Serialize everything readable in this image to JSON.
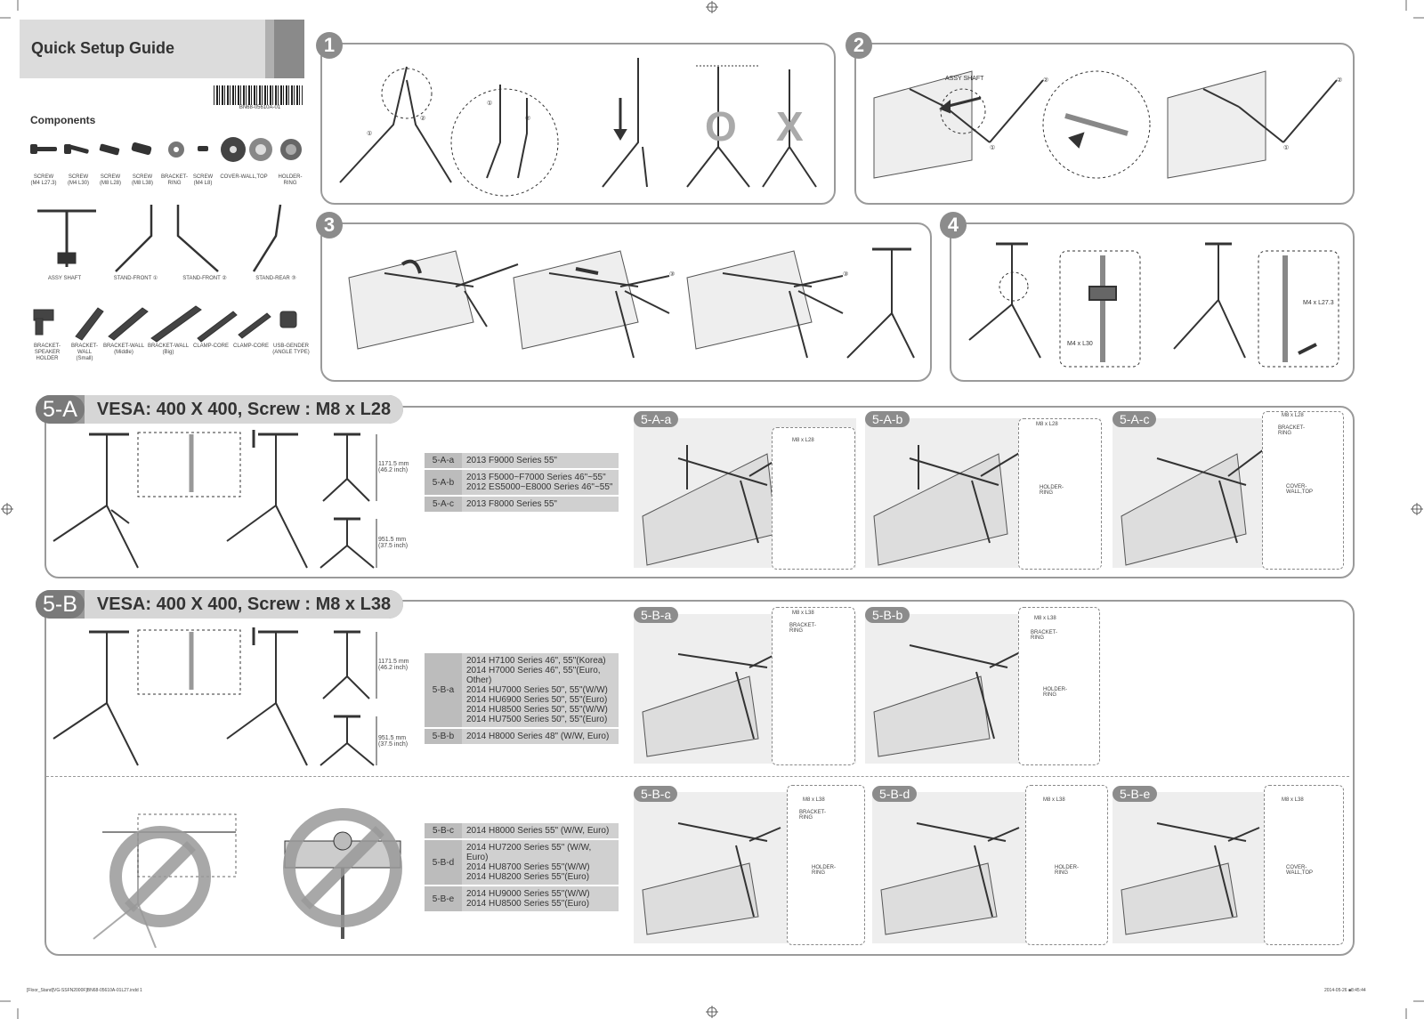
{
  "header": {
    "title": "Quick Setup Guide",
    "part_number": "BN68-05610A-01"
  },
  "components": {
    "title": "Components",
    "screws": [
      {
        "name": "SCREW",
        "spec": "(M4 L27.3)"
      },
      {
        "name": "SCREW",
        "spec": "(M4 L30)"
      },
      {
        "name": "SCREW",
        "spec": "(M8 L28)"
      },
      {
        "name": "SCREW",
        "spec": "(M8 L38)"
      },
      {
        "name": "BRACKET-",
        "spec": "RING"
      },
      {
        "name": "SCREW",
        "spec": "(M4 L8)"
      },
      {
        "name": "COVER-WALL,TOP",
        "spec": ""
      },
      {
        "name": "HOLDER-",
        "spec": "RING"
      }
    ],
    "parts": [
      "ASSY SHAFT",
      "STAND-FRONT ①",
      "STAND-FRONT ②",
      "STAND-REAR ③"
    ],
    "brackets": [
      {
        "l1": "BRACKET-",
        "l2": "SPEAKER",
        "l3": "HOLDER"
      },
      {
        "l1": "BRACKET-",
        "l2": "WALL",
        "l3": "(Small)"
      },
      {
        "l1": "BRACKET-WALL",
        "l2": "(Middle)",
        "l3": ""
      },
      {
        "l1": "BRACKET-WALL",
        "l2": "(Big)",
        "l3": ""
      },
      {
        "l1": "CLAMP-CORE",
        "l2": "",
        "l3": ""
      },
      {
        "l1": "CLAMP-CORE",
        "l2": "",
        "l3": ""
      },
      {
        "l1": "USB-GENDER",
        "l2": "(ANGLE TYPE)",
        "l3": ""
      }
    ]
  },
  "steps": {
    "s1": "1",
    "s2": "2",
    "s3": "3",
    "s4": "4",
    "s2_label": "ASSY SHAFT",
    "s4_screw1": "M4 x L30",
    "s4_screw2": "M4 x L27.3",
    "num1": "①",
    "num2": "②",
    "num3": "③"
  },
  "section_a": {
    "code": "5-A",
    "title": "VESA: 400 X 400, Screw : M8 x L28",
    "dim_high_mm": "1171.5 mm",
    "dim_high_in": "(46.2 inch)",
    "dim_low_mm": "951.5 mm",
    "dim_low_in": "(37.5 inch)",
    "models": [
      {
        "code": "5-A-a",
        "lines": [
          "2013 F9000 Series 55\""
        ]
      },
      {
        "code": "5-A-b",
        "lines": [
          "2013 F5000~F7000 Series 46\"~55\"",
          "2012 ES5000~E8000 Series 46\"~55\""
        ]
      },
      {
        "code": "5-A-c",
        "lines": [
          "2013 F8000 Series 55\""
        ]
      }
    ],
    "sub": [
      {
        "code": "5-A-a",
        "screw": "M8 x L28",
        "label2": "",
        "label3": ""
      },
      {
        "code": "5-A-b",
        "screw": "M8 x L28",
        "label2": "HOLDER-",
        "label3": "RING"
      },
      {
        "code": "5-A-c",
        "screw": "M8 x L28",
        "label2": "BRACKET-",
        "label3": "RING",
        "label4": "COVER-",
        "label5": "WALL,TOP"
      }
    ]
  },
  "section_b": {
    "code": "5-B",
    "title": "VESA: 400 X 400, Screw : M8 x L38",
    "dim_high_mm": "1171.5 mm",
    "dim_high_in": "(46.2 inch)",
    "dim_low_mm": "951.5 mm",
    "dim_low_in": "(37.5 inch)",
    "models": [
      {
        "code": "5-B-a",
        "lines": [
          "2014 H7100 Series 46\", 55\"(Korea)",
          "2014 H7000 Series 46\", 55\"(Euro, Other)",
          "2014 HU7000 Series 50\", 55\"(W/W)",
          "2014 HU6900 Series 50\", 55\"(Euro)",
          "2014 HU8500 Series 50\", 55\"(W/W)",
          "2014 HU7500 Series 50\", 55\"(Euro)"
        ]
      },
      {
        "code": "5-B-b",
        "lines": [
          "2014 H8000 Series 48\" (W/W, Euro)"
        ]
      }
    ],
    "models2": [
      {
        "code": "5-B-c",
        "lines": [
          "2014 H8000 Series 55\" (W/W, Euro)"
        ]
      },
      {
        "code": "5-B-d",
        "lines": [
          "2014 HU7200 Series 55\" (W/W, Euro)",
          "2014 HU8700 Series 55\"(W/W)",
          "2014 HU8200 Series 55\"(Euro)"
        ]
      },
      {
        "code": "5-B-e",
        "lines": [
          "2014 HU9000 Series 55\"(W/W)",
          "2014 HU8500 Series 55\"(Euro)"
        ]
      }
    ],
    "sub": [
      {
        "code": "5-B-a",
        "screw": "M8 x L38",
        "l1": "BRACKET-",
        "l2": "RING",
        "l3": "",
        "l4": ""
      },
      {
        "code": "5-B-b",
        "screw": "M8 x L38",
        "l1": "BRACKET-",
        "l2": "RING",
        "l3": "HOLDER-",
        "l4": "RING"
      },
      {
        "code": "5-B-c",
        "screw": "M8 x L38",
        "l1": "BRACKET-",
        "l2": "RING",
        "l3": "HOLDER-",
        "l4": "RING"
      },
      {
        "code": "5-B-d",
        "screw": "M8 x L38",
        "l1": "",
        "l2": "",
        "l3": "HOLDER-",
        "l4": "RING"
      },
      {
        "code": "5-B-e",
        "screw": "M8 x L38",
        "l1": "",
        "l2": "",
        "l3": "COVER-",
        "l4": "WALL,TOP"
      }
    ]
  },
  "footer": {
    "left": "[Floor_Stand]VG-SSFN2000F]BN68-05610A-01L27.indd 1",
    "right": "2014-05-26  ■8:45:44"
  }
}
